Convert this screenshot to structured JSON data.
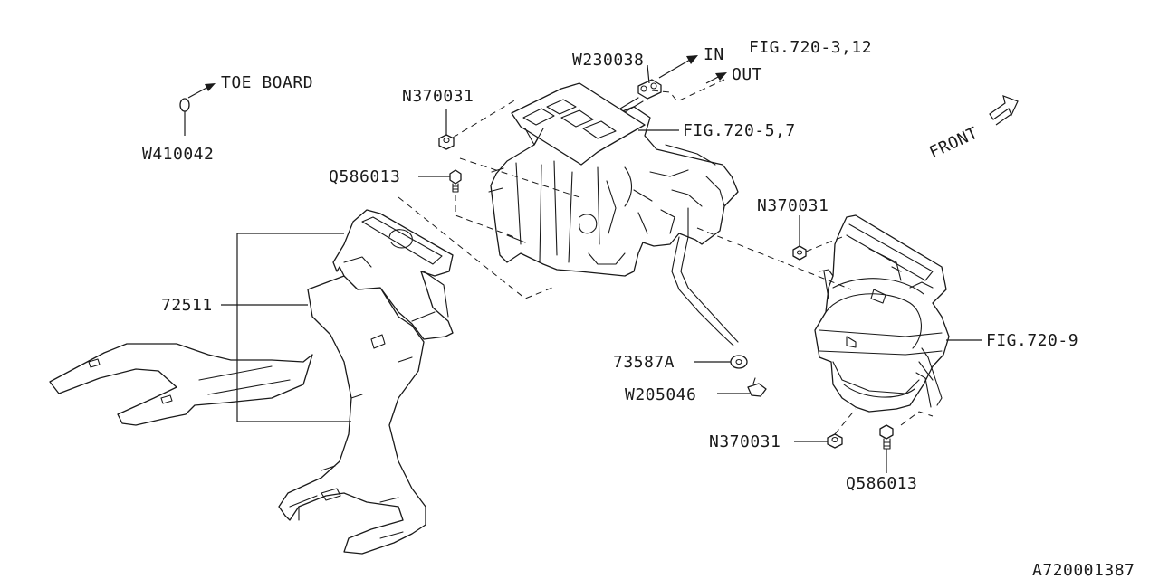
{
  "labels": {
    "toe_board": "TOE BOARD",
    "w410042": "W410042",
    "n370031_top": "N370031",
    "q586013_left": "Q586013",
    "w230038": "W230038",
    "in": "IN",
    "out": "OUT",
    "fig720_3_12": "FIG.720-3,12",
    "fig720_5_7": "FIG.720-5,7",
    "front": "FRONT",
    "n370031_right": "N370031",
    "fig720_9": "FIG.720-9",
    "p72511": "72511",
    "p73587a": "73587A",
    "w205046": "W205046",
    "n370031_bottom": "N370031",
    "q586013_bottom": "Q586013",
    "diagram_id": "A720001387"
  }
}
